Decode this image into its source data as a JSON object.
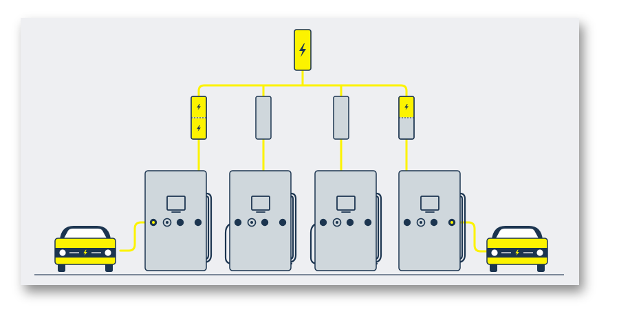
{
  "colors": {
    "background": "#EEEFF2",
    "accent": "#FCF300",
    "outline": "#1C3550",
    "unit_fill": "#CFD7DC",
    "ground": "#55657A"
  },
  "icons": {
    "grid": "lightning-bolt-icon",
    "module": "lightning-bolt-icon",
    "car": "lightning-bolt-icon"
  },
  "diagram": {
    "power_source": {
      "charged": true
    },
    "modules": [
      {
        "id": "module-1",
        "charged_slots": [
          true,
          true
        ]
      },
      {
        "id": "module-2",
        "charged_slots": []
      },
      {
        "id": "module-3",
        "charged_slots": []
      },
      {
        "id": "module-4",
        "charged_slots": [
          true,
          false
        ]
      }
    ],
    "chargers": [
      {
        "id": "charger-1",
        "active_port": "left",
        "connected_car": "left"
      },
      {
        "id": "charger-2",
        "active_port": null,
        "connected_car": null
      },
      {
        "id": "charger-3",
        "active_port": null,
        "connected_car": null
      },
      {
        "id": "charger-4",
        "active_port": "right",
        "connected_car": "right"
      }
    ],
    "cars": [
      {
        "id": "car-left",
        "side": "left",
        "charging": true
      },
      {
        "id": "car-right",
        "side": "right",
        "charging": true
      }
    ]
  }
}
